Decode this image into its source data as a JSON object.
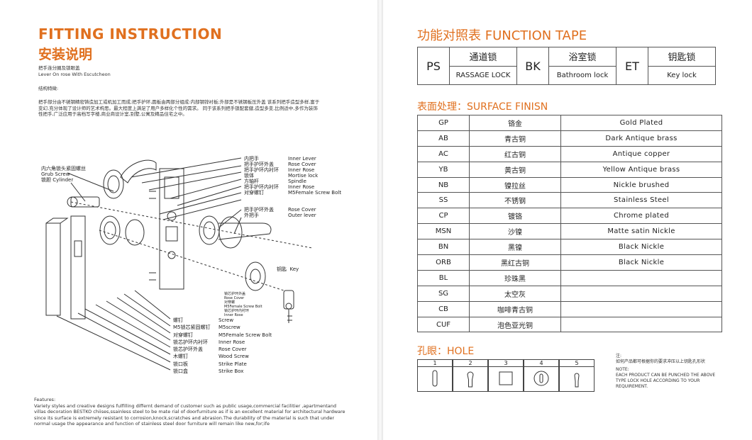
{
  "left": {
    "title_en": "FITTING INSTRUCTION",
    "title_cn": "安装说明",
    "subtitle_cn": "把手连分圈及锁眼盖",
    "subtitle_en": "Lever On rose With Escutcheon",
    "structure_heading": "结构特徵:",
    "structure_text": "把手部分由不锈钢精密铸造加工或机加工而成;把手护环,圆板由两部分组成:内部钢锌衬板;外部是不锈钢板压外盖 该系列把手造型多样,富于变幻,充分体现了设计师的艺术构思。最大程度上满足了用户多样化个性的需求。 同于该系列把手锁配套健,造型多变,比例适中,多作为装饰性把手,广泛应用于高档写字楼,商业商设计室,别墅,公寓及精品住宅之中。",
    "labels": {
      "grub_cn": "内六角锁头紧固螺丝",
      "grub_en": "Grub Screw",
      "cylinder": "锁胆   Cylinder",
      "inner_lever": "内把手",
      "inner_lever_en": "Inner  Lever",
      "rose_cover_cn": "把手护环外盖",
      "rose_cover_en": "Rose  Cover",
      "inner_rose_cn": "把手护环内衬环",
      "inner_rose_en": "Inner  Rose",
      "body_cn": "锁体",
      "body_en": "Mortise  lock",
      "spindle_cn": "方轴杆",
      "spindle_en": "Spindle",
      "inner_rose2_cn": "把手护环内衬环",
      "inner_rose2_en": "Inner  Rose",
      "m5_cn": "对穿螺钉",
      "m5_en": "M5Female Screw Bolt",
      "rose_cover2_cn": "把手护环外盖",
      "rose_cover2_en": "Rose  Cover",
      "outer_cn": "外把手",
      "outer_en": "Outer  lever",
      "key_cn": "钥匙",
      "key_en": "Key",
      "small1_cn": "锁芯护环外盖",
      "small1_en": "Rose Cover",
      "small2_cn": "对穿螺",
      "small2_en": "M5Female Screw Bolt",
      "small3_cn": "锁芯护环内衬环",
      "small3_en": "Inner Rose",
      "b1_cn": "螺钉",
      "b1_en": "Screw",
      "b2_cn": "M5锁芯紧固螺钉",
      "b2_en": "M5screw",
      "b3_cn": "对穿螺钉",
      "b3_en": "M5Female  Screw  Bolt",
      "b4_cn": "锁芯护环内衬环",
      "b4_en": "Inner Rose",
      "b5_cn": "锁芯护环外盖",
      "b5_en": "Rose Cover",
      "b6_cn": "木螺钉",
      "b6_en": "Wood Screw",
      "b7_cn": "锁口板",
      "b7_en": "Strike Plate",
      "b8_cn": "锁口盒",
      "b8_en": "Strike Box"
    },
    "features_heading": "Features:",
    "features_text": "Variety styles and creative designs fulfilling differnt demand of customer such as public usage,commercial facilitier ,apartmentand villas decoration BESTKO chiises,ssainless steel to be mate rial of doorfurniture as if is an excellent material for architectural hardware since its surface is extremely resistant to corrosion,knock,scratches and abrasion.The durability of the material is such that under normal usage the appearance and function of stainless steel door furniture will remain like new,for;ife"
  },
  "right": {
    "function_title": "功能对照表 FUNCTION TAPE",
    "functions": [
      {
        "code": "PS",
        "cn": "通道锁",
        "en": "RASSAGE LOCK"
      },
      {
        "code": "BK",
        "cn": "浴室锁",
        "en": "Bathroom lock"
      },
      {
        "code": "ET",
        "cn": "钥匙锁",
        "en": "Key lock"
      }
    ],
    "surface_title": "表面处理：SURFACE FINISN",
    "surface": [
      {
        "code": "GP",
        "cn": "铬金",
        "en": "Gold Plated"
      },
      {
        "code": "AB",
        "cn": "青古铜",
        "en": "Dark Antique brass"
      },
      {
        "code": "AC",
        "cn": "红古铜",
        "en": "Antique copper"
      },
      {
        "code": "YB",
        "cn": "黄古铜",
        "en": "Yellow Antique brass"
      },
      {
        "code": "NB",
        "cn": "镍拉丝",
        "en": "Nickle brushed"
      },
      {
        "code": "SS",
        "cn": "不锈钢",
        "en": "Stainless Steel"
      },
      {
        "code": "CP",
        "cn": "镀铬",
        "en": "Chrome plated"
      },
      {
        "code": "MSN",
        "cn": "沙镍",
        "en": "Matte satin Nickle"
      },
      {
        "code": "BN",
        "cn": "黑镍",
        "en": "Black Nickle"
      },
      {
        "code": "ORB",
        "cn": "黑红古铜",
        "en": "Black Nickle"
      },
      {
        "code": "BL",
        "cn": "珍珠黑",
        "en": ""
      },
      {
        "code": "SG",
        "cn": "太空灰",
        "en": ""
      },
      {
        "code": "CB",
        "cn": "咖啡青古铜",
        "en": ""
      },
      {
        "code": "CUF",
        "cn": "泡色亚光铜",
        "en": ""
      }
    ],
    "hole_title": "孔眼：HOLE",
    "holes": [
      "1",
      "2",
      "3",
      "4",
      "5"
    ],
    "note_cn_label": "注:",
    "note_cn": "如何产品都可根据你的要求冲压以上钥匙孔形状",
    "note_en_label": "NOTE:",
    "note_en": "EACH PRODUCT CAN BE PUNCHED THE ABOVE TYPE LOCK HOLE ACCORDING TO YOUR REQUIREMENT."
  },
  "colors": {
    "accent": "#e0701f",
    "line": "#555555"
  }
}
